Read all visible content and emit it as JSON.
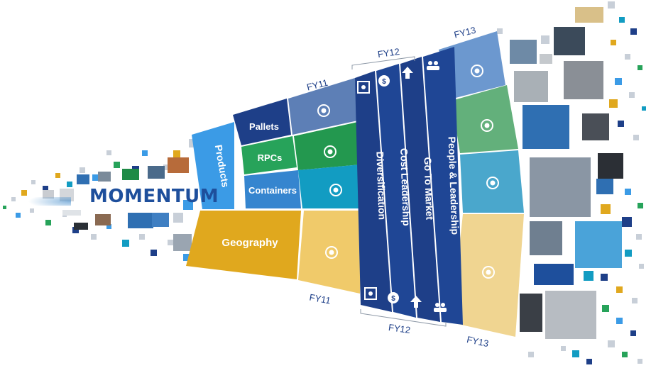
{
  "brand": {
    "wordmark": "MOMENTUM"
  },
  "colors": {
    "navy": "#1e3f88",
    "blue_light": "#3b9be6",
    "blue_mid": "#3585cf",
    "green": "#27a35a",
    "teal": "#129cc2",
    "gold": "#e0a81e",
    "gold_light": "#f0ca6a",
    "slate": "#5d7fb6",
    "white": "#ffffff"
  },
  "labels": {
    "products": "Products",
    "geography": "Geography",
    "pallets": "Pallets",
    "rpcs": "RPCs",
    "containers": "Containers"
  },
  "pillars": [
    {
      "label": "Diversification",
      "icon": "network-icon"
    },
    {
      "label": "Cost Leadership",
      "icon": "globe-dollar-icon"
    },
    {
      "label": "Go To Market",
      "icon": "up-arrow-icon"
    },
    {
      "label": "People & Leadership",
      "icon": "people-icon"
    }
  ],
  "fiscal_years": {
    "fy11": "FY11",
    "fy12": "FY12",
    "fy13": "FY13"
  }
}
